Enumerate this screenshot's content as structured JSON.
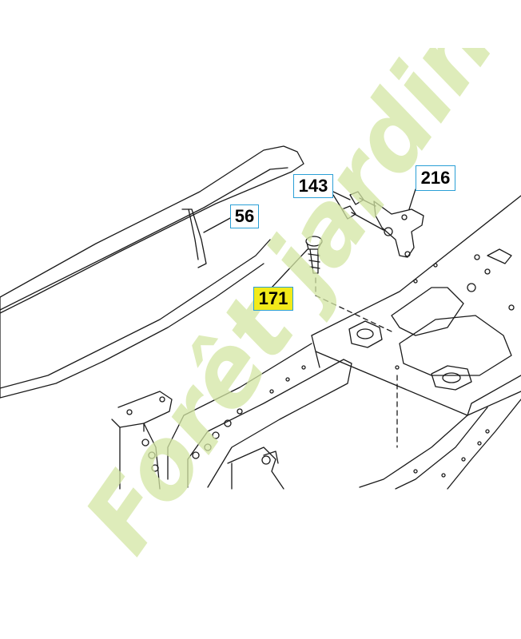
{
  "callouts": [
    {
      "id": "56",
      "label": "56",
      "highlight": false
    },
    {
      "id": "143",
      "label": "143",
      "highlight": false
    },
    {
      "id": "216",
      "label": "216",
      "highlight": false
    },
    {
      "id": "171",
      "label": "171",
      "highlight": true
    }
  ],
  "watermark": {
    "text": "Forêt jardin .com",
    "color_light": "#d4e6a4",
    "color_accent": "#f3c57a",
    "color_gray": "#cfc8bd"
  },
  "colors": {
    "line": "#1a1a1a",
    "callout_border": "#2a9fd6",
    "highlight": "#f2ea1a"
  }
}
